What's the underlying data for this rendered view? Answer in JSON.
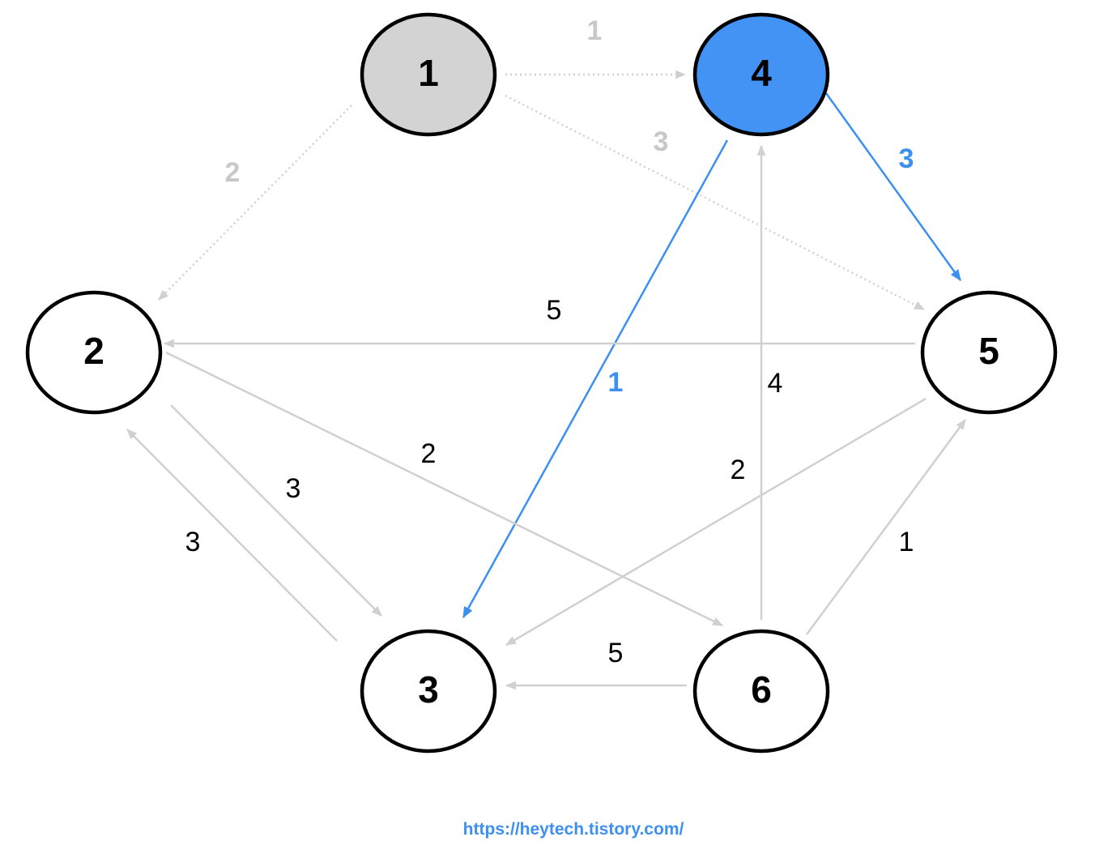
{
  "colors": {
    "background": "#ffffff",
    "node_stroke": "#000000",
    "node_visited_fill": "#d3d3d3",
    "node_current_fill": "#4393f4",
    "node_default_fill": "#ffffff",
    "edge_default": "#d0d0d0",
    "edge_active": "#3d8ff0",
    "label_default": "#000000",
    "label_faded": "#c8c8c8",
    "label_active": "#3d8ff0"
  },
  "nodes": [
    {
      "id": "1",
      "label": "1",
      "state": "visited"
    },
    {
      "id": "2",
      "label": "2",
      "state": "default"
    },
    {
      "id": "3",
      "label": "3",
      "state": "default"
    },
    {
      "id": "4",
      "label": "4",
      "state": "current"
    },
    {
      "id": "5",
      "label": "5",
      "state": "default"
    },
    {
      "id": "6",
      "label": "6",
      "state": "default"
    }
  ],
  "edges": [
    {
      "from": "1",
      "to": "4",
      "weight": "1",
      "style": "faded-dotted"
    },
    {
      "from": "1",
      "to": "2",
      "weight": "2",
      "style": "faded-dotted"
    },
    {
      "from": "1",
      "to": "5",
      "weight": "3",
      "style": "faded-dotted"
    },
    {
      "from": "4",
      "to": "5",
      "weight": "3",
      "style": "active"
    },
    {
      "from": "4",
      "to": "3",
      "weight": "1",
      "style": "active"
    },
    {
      "from": "5",
      "to": "2",
      "weight": "5",
      "style": "normal"
    },
    {
      "from": "6",
      "to": "4",
      "weight": "4",
      "style": "normal"
    },
    {
      "from": "2",
      "to": "6",
      "weight": "2",
      "style": "normal"
    },
    {
      "from": "2",
      "to": "3",
      "weight": "3",
      "style": "normal"
    },
    {
      "from": "3",
      "to": "2",
      "weight": "3",
      "style": "normal"
    },
    {
      "from": "5",
      "to": "3",
      "weight": "2",
      "style": "normal"
    },
    {
      "from": "6",
      "to": "5",
      "weight": "1",
      "style": "normal"
    },
    {
      "from": "6",
      "to": "3",
      "weight": "5",
      "style": "normal"
    }
  ],
  "footer": {
    "url": "https://heytech.tistory.com/"
  }
}
